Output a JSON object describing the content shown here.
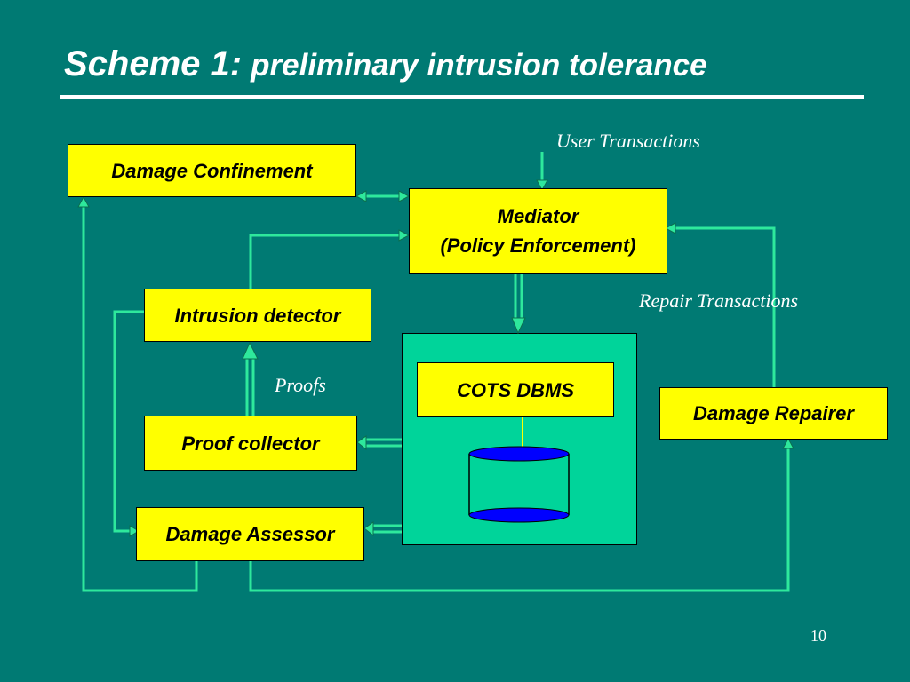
{
  "slide": {
    "title_lead": "Scheme 1:",
    "title_rest": "preliminary intrusion tolerance",
    "page_number": "10"
  },
  "colors": {
    "background": "#007a73",
    "box_fill": "#ffff00",
    "panel_fill": "#00d49a",
    "connector": "#2ee89c",
    "database_cap": "#0000ff"
  },
  "nodes": {
    "damage_confinement": "Damage Confinement",
    "mediator_line1": "Mediator",
    "mediator_line2": "(Policy Enforcement)",
    "intrusion_detector": "Intrusion detector",
    "cots_dbms": "COTS DBMS",
    "damage_repairer": "Damage Repairer",
    "proof_collector": "Proof collector",
    "damage_assessor": "Damage Assessor"
  },
  "labels": {
    "user_transactions": "User Transactions",
    "repair_transactions": "Repair Transactions",
    "proofs": "Proofs"
  },
  "icons": {
    "database": "database-cylinder-icon"
  }
}
